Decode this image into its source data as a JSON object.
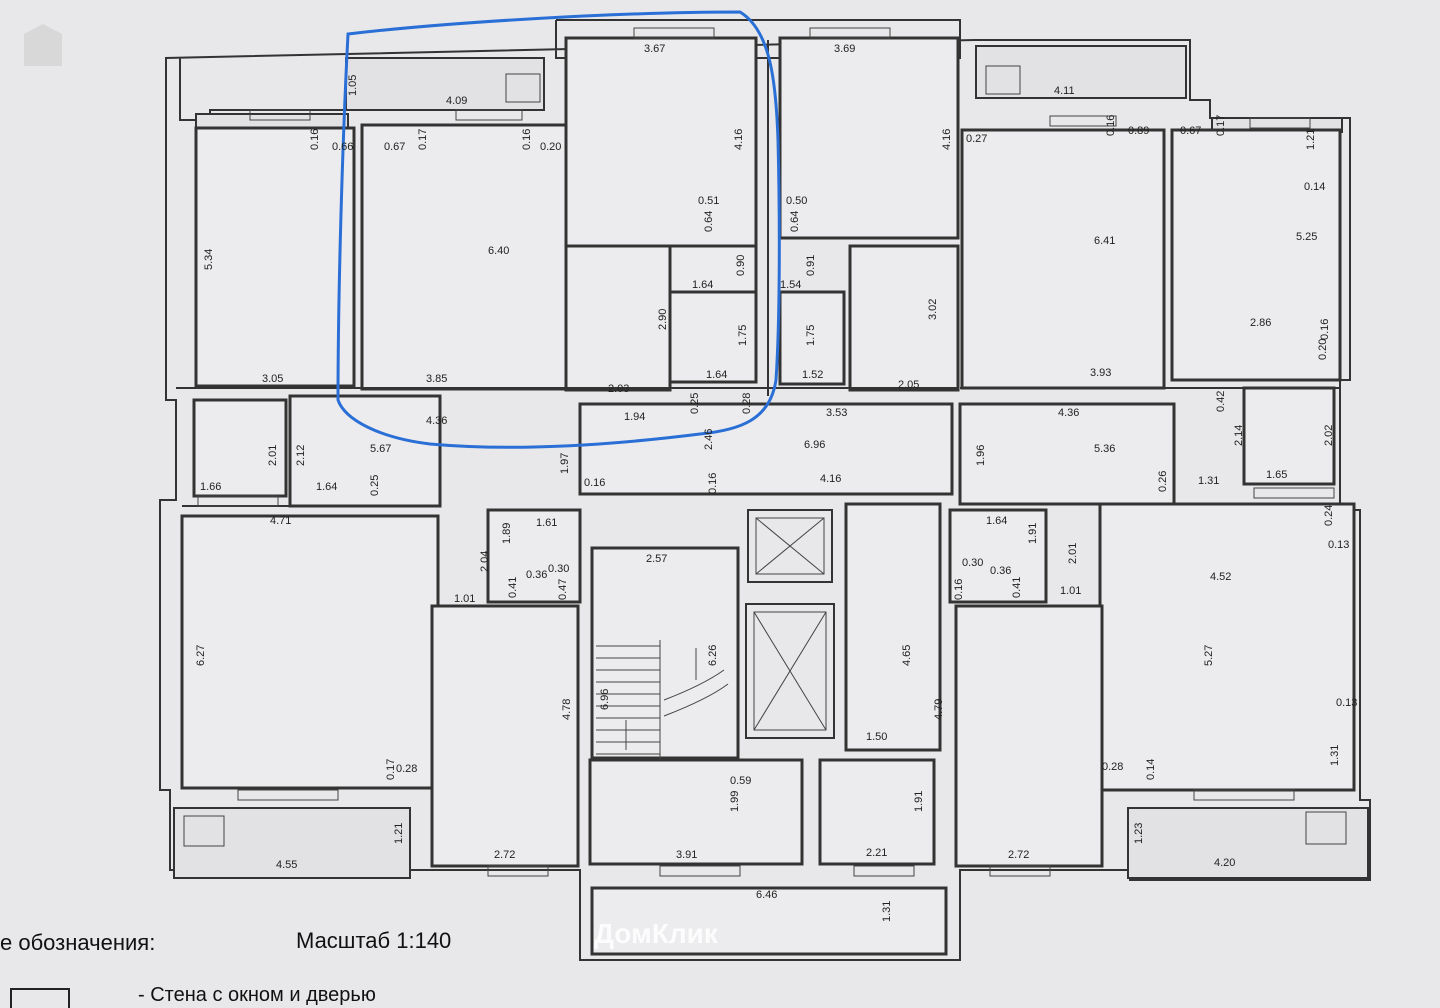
{
  "legend": {
    "title": "е обозначения:",
    "scale": "Масштаб 1:140",
    "wall_item": "- Стена с окном и дверью"
  },
  "watermark": {
    "text": "ДомКлик"
  },
  "highlight_color": "#2a6fd6",
  "dimensions": [
    "3.67",
    "3.69",
    "1.05",
    "4.09",
    "0.16",
    "0.66",
    "0.67",
    "0.17",
    "0.16",
    "0.20",
    "4.16",
    "4.16",
    "4.11",
    "0.27",
    "0.16",
    "0.89",
    "0.67",
    "0.17",
    "1.21",
    "0.14",
    "5.34",
    "6.40",
    "0.51",
    "0.64",
    "0.50",
    "0.64",
    "6.41",
    "5.25",
    "1.64",
    "0.90",
    "0.91",
    "1.54",
    "2.90",
    "1.75",
    "1.75",
    "3.02",
    "2.86",
    "0.16",
    "0.20",
    "3.05",
    "3.85",
    "2.03",
    "1.64",
    "1.52",
    "2.05",
    "3.93",
    "4.36",
    "1.94",
    "0.25",
    "0.28",
    "3.53",
    "4.36",
    "0.42",
    "2.01",
    "2.12",
    "5.67",
    "6.96",
    "1.96",
    "5.36",
    "2.14",
    "2.02",
    "1.97",
    "2.46",
    "0.16",
    "0.16",
    "1.66",
    "1.64",
    "0.25",
    "4.16",
    "0.26",
    "1.31",
    "1.65",
    "4.71",
    "1.89",
    "1.61",
    "2.57",
    "1.64",
    "1.91",
    "0.24",
    "0.13",
    "2.04",
    "0.41",
    "0.36",
    "0.30",
    "0.30",
    "0.36",
    "0.41",
    "2.01",
    "1.01",
    "1.01",
    "4.52",
    "0.47",
    "0.16",
    "6.27",
    "4.65",
    "6.26",
    "6.96",
    "4.78",
    "4.79",
    "5.27",
    "0.13",
    "1.50",
    "0.59",
    "1.99",
    "1.91",
    "0.17",
    "0.28",
    "0.28",
    "0.14",
    "1.31",
    "1.21",
    "1.23",
    "4.55",
    "2.72",
    "3.91",
    "2.21",
    "2.72",
    "4.20",
    "6.46",
    "1.31"
  ]
}
